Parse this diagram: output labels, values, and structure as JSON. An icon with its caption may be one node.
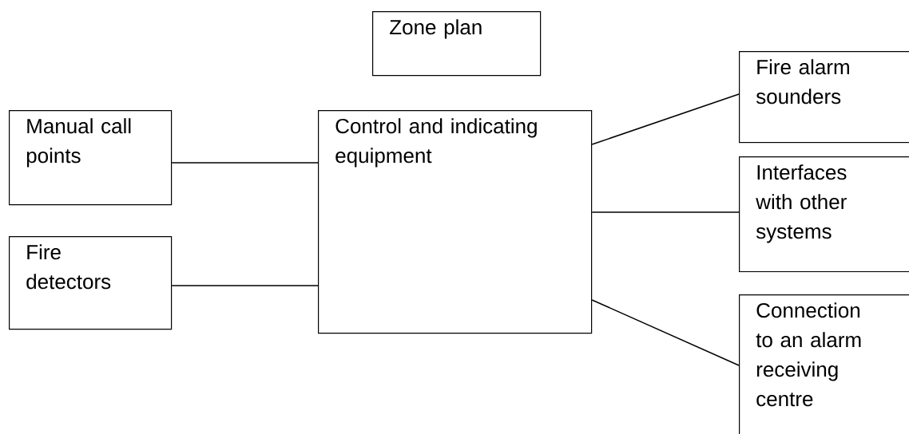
{
  "diagram": {
    "nodes": [
      {
        "text": [
          "Zone plan"
        ]
      },
      {
        "text": [
          "Manual call points"
        ]
      },
      {
        "text": [
          "Fire detectors"
        ]
      },
      {
        "text": [
          "Control and indicating equipment"
        ]
      },
      {
        "text": [
          "Fire alarm sounders"
        ]
      },
      {
        "text": [
          "Interfaces with other systems"
        ]
      },
      {
        "text": [
          "Connection to an alarm receiving centre"
        ]
      }
    ],
    "edges": [
      {
        "from": 1,
        "to": 3,
        "arrow": "none"
      },
      {
        "from": 2,
        "to": 3,
        "arrow": "none"
      },
      {
        "from": 3,
        "to": 4,
        "arrow": "none"
      },
      {
        "from": 3,
        "to": 5,
        "arrow": "none"
      },
      {
        "from": 3,
        "to": 6,
        "arrow": "none"
      }
    ]
  }
}
